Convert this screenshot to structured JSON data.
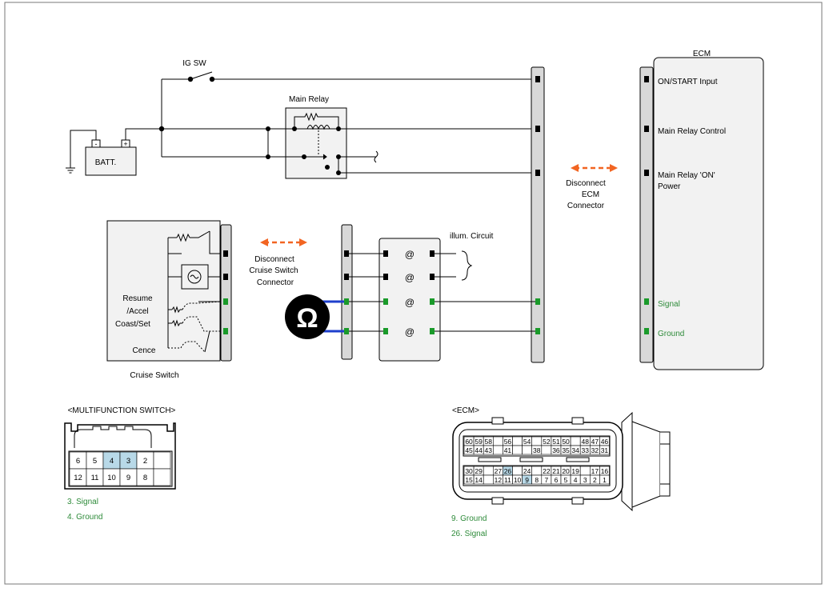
{
  "labels": {
    "ig_sw": "IG SW",
    "main_relay": "Main Relay",
    "battery": "BATT.",
    "batt_neg": "-",
    "batt_pos": "+",
    "ecm_title": "ECM",
    "ecm_on_start": "ON/START Input",
    "ecm_main_relay_control": "Main Relay Control",
    "ecm_main_relay_on_1": "Main Relay 'ON'",
    "ecm_main_relay_on_2": "Power",
    "ecm_signal": "Signal",
    "ecm_ground": "Ground",
    "disconnect_ecm_1": "Disconnect",
    "disconnect_ecm_2": "ECM",
    "disconnect_ecm_3": "Connector",
    "illum_circuit": "illum. Circuit",
    "disconnect_cs_1": "Disconnect",
    "disconnect_cs_2": "Cruise Switch",
    "disconnect_cs_3": "Connector",
    "ohm": "Ω",
    "resume_1": "Resume",
    "resume_2": "/Accel",
    "coast_set": "Coast/Set",
    "cence": "Cence",
    "cruise_switch": "Cruise Switch",
    "multifunction_switch": "<MULTIFUNCTION SWITCH>",
    "ecm_connector": "<ECM>"
  },
  "mfs_connector": {
    "top_row": [
      "6",
      "5",
      "4",
      "3",
      "2"
    ],
    "bottom_row": [
      "12",
      "11",
      "10",
      "9",
      "8"
    ],
    "highlight": [
      "4",
      "3"
    ],
    "legend": [
      "3. Signal",
      "4. Ground"
    ]
  },
  "ecm_connector": {
    "row1": [
      "60",
      "59",
      "58",
      "",
      "56",
      "",
      "54",
      "",
      "52",
      "51",
      "50",
      "",
      "48",
      "47",
      "46"
    ],
    "row2": [
      "45",
      "44",
      "43",
      "",
      "41",
      "",
      "",
      "38",
      "",
      "36",
      "35",
      "34",
      "33",
      "32",
      "31"
    ],
    "row3": [
      "30",
      "29",
      "",
      "27",
      "26",
      "",
      "24",
      "",
      "22",
      "21",
      "20",
      "19",
      "",
      "17",
      "16"
    ],
    "row4": [
      "15",
      "14",
      "",
      "12",
      "11",
      "10",
      "9",
      "8",
      "7",
      "6",
      "5",
      "4",
      "3",
      "2",
      "1"
    ],
    "highlight": [
      "26",
      "9"
    ],
    "legend": [
      "9. Ground",
      "26. Signal"
    ]
  },
  "colors": {
    "line": "#000000",
    "accent_orange": "#f26522",
    "signal_green": "#2e8b3a",
    "pin_green": "#1a9a2a",
    "meter_wire_blue": "#1e3fcc",
    "highlight_blue": "#b8d9e8",
    "box_fill": "#f2f2f2",
    "connector_fill": "#d8d8d8"
  }
}
